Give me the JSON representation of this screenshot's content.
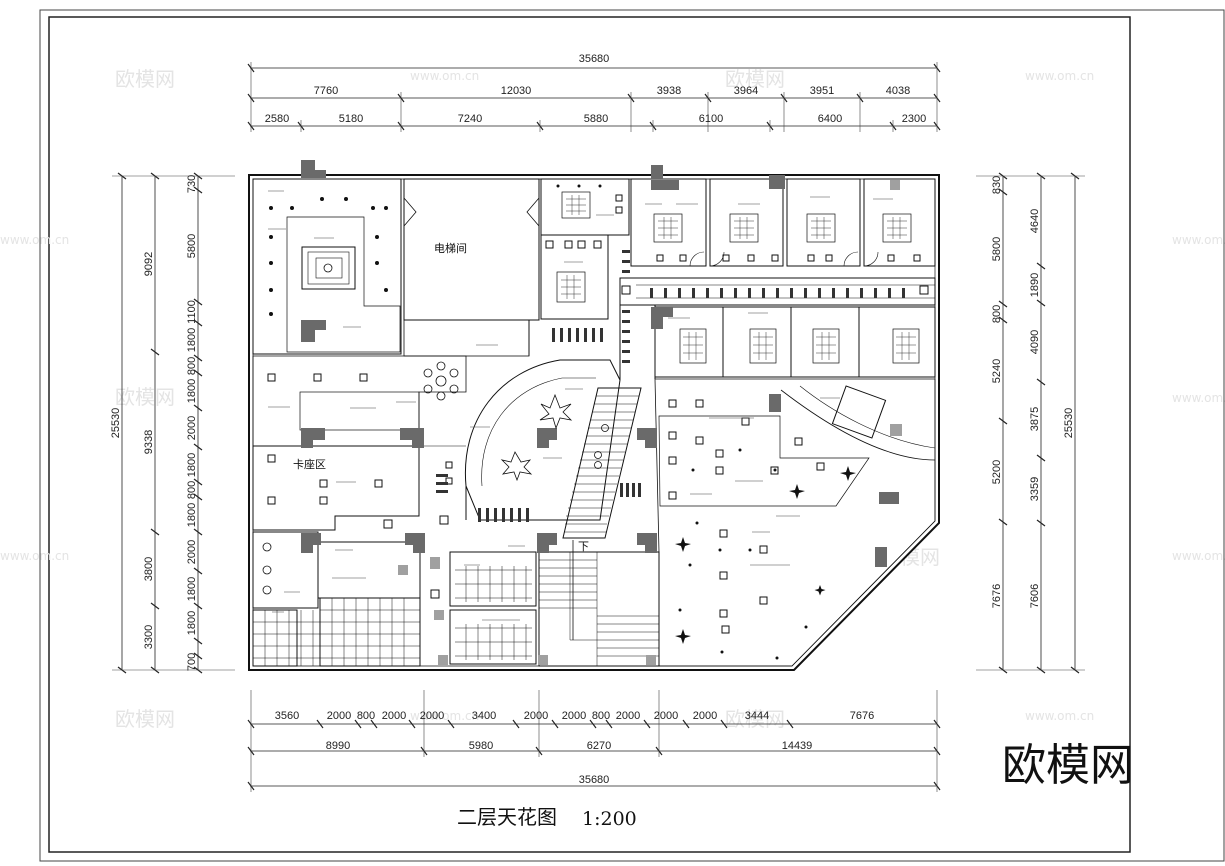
{
  "drawing": {
    "title": "二层天花图",
    "scale": "1:200",
    "brand": "欧模网"
  },
  "watermarks": {
    "text_cn": "欧模网",
    "text_url": "www.om.cn"
  },
  "dims": {
    "top_total": "35680",
    "top_row2": [
      "7760",
      "12030",
      "3938",
      "3964",
      "3951",
      "4038"
    ],
    "top_row3": [
      "2580",
      "5180",
      "7240",
      "5880",
      "6100",
      "6400",
      "2300"
    ],
    "bottom_row1": [
      "3560",
      "2000",
      "800",
      "2000",
      "2000",
      "3400",
      "2000",
      "2000",
      "800",
      "2000",
      "2000",
      "2000",
      "3444",
      "7676"
    ],
    "bottom_row2": [
      "8990",
      "5980",
      "6270",
      "14439"
    ],
    "bottom_total": "35680",
    "left_total": "25530",
    "left_group": [
      "9092",
      "9338",
      "3800",
      "3300"
    ],
    "left_detail": [
      "730",
      "5800",
      "1100",
      "1800",
      "800",
      "1800",
      "2000",
      "1800",
      "800",
      "1800",
      "2000",
      "1800",
      "1800",
      "700"
    ],
    "right_total": "25530",
    "right_group": [
      "4640",
      "1890",
      "4090",
      "3875",
      "3359",
      "7606"
    ],
    "right_detail": [
      "830",
      "5800",
      "800",
      "5240",
      "5200",
      "7676"
    ]
  },
  "rooms": {
    "elevator": "电梯间",
    "booth_area": "卡座区",
    "down_marker": "下"
  },
  "colors": {
    "line": "#111111",
    "fill_dark": "#6a6a6a",
    "fill_grey": "#9a9a9a",
    "watermark": "#e4e4e4"
  }
}
